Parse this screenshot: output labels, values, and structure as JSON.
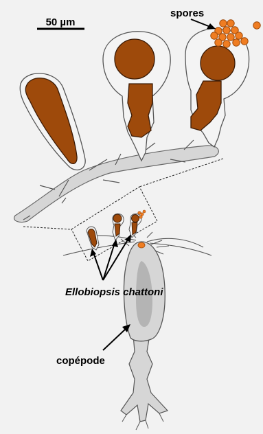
{
  "labels": {
    "scale_bar": "50 µm",
    "spores": "spores",
    "species": "Ellobiopsis chattoni",
    "host": "copépode"
  },
  "colors": {
    "background": "#f2f2f2",
    "parasite_fill": "#9e4a0b",
    "parasite_outline": "#3a1a05",
    "envelope_fill": "#f4f4f4",
    "host_body": "#d6d6d6",
    "host_gut": "#b4b4b4",
    "spore_fill": "#ef7d22",
    "outline": "#555555"
  }
}
